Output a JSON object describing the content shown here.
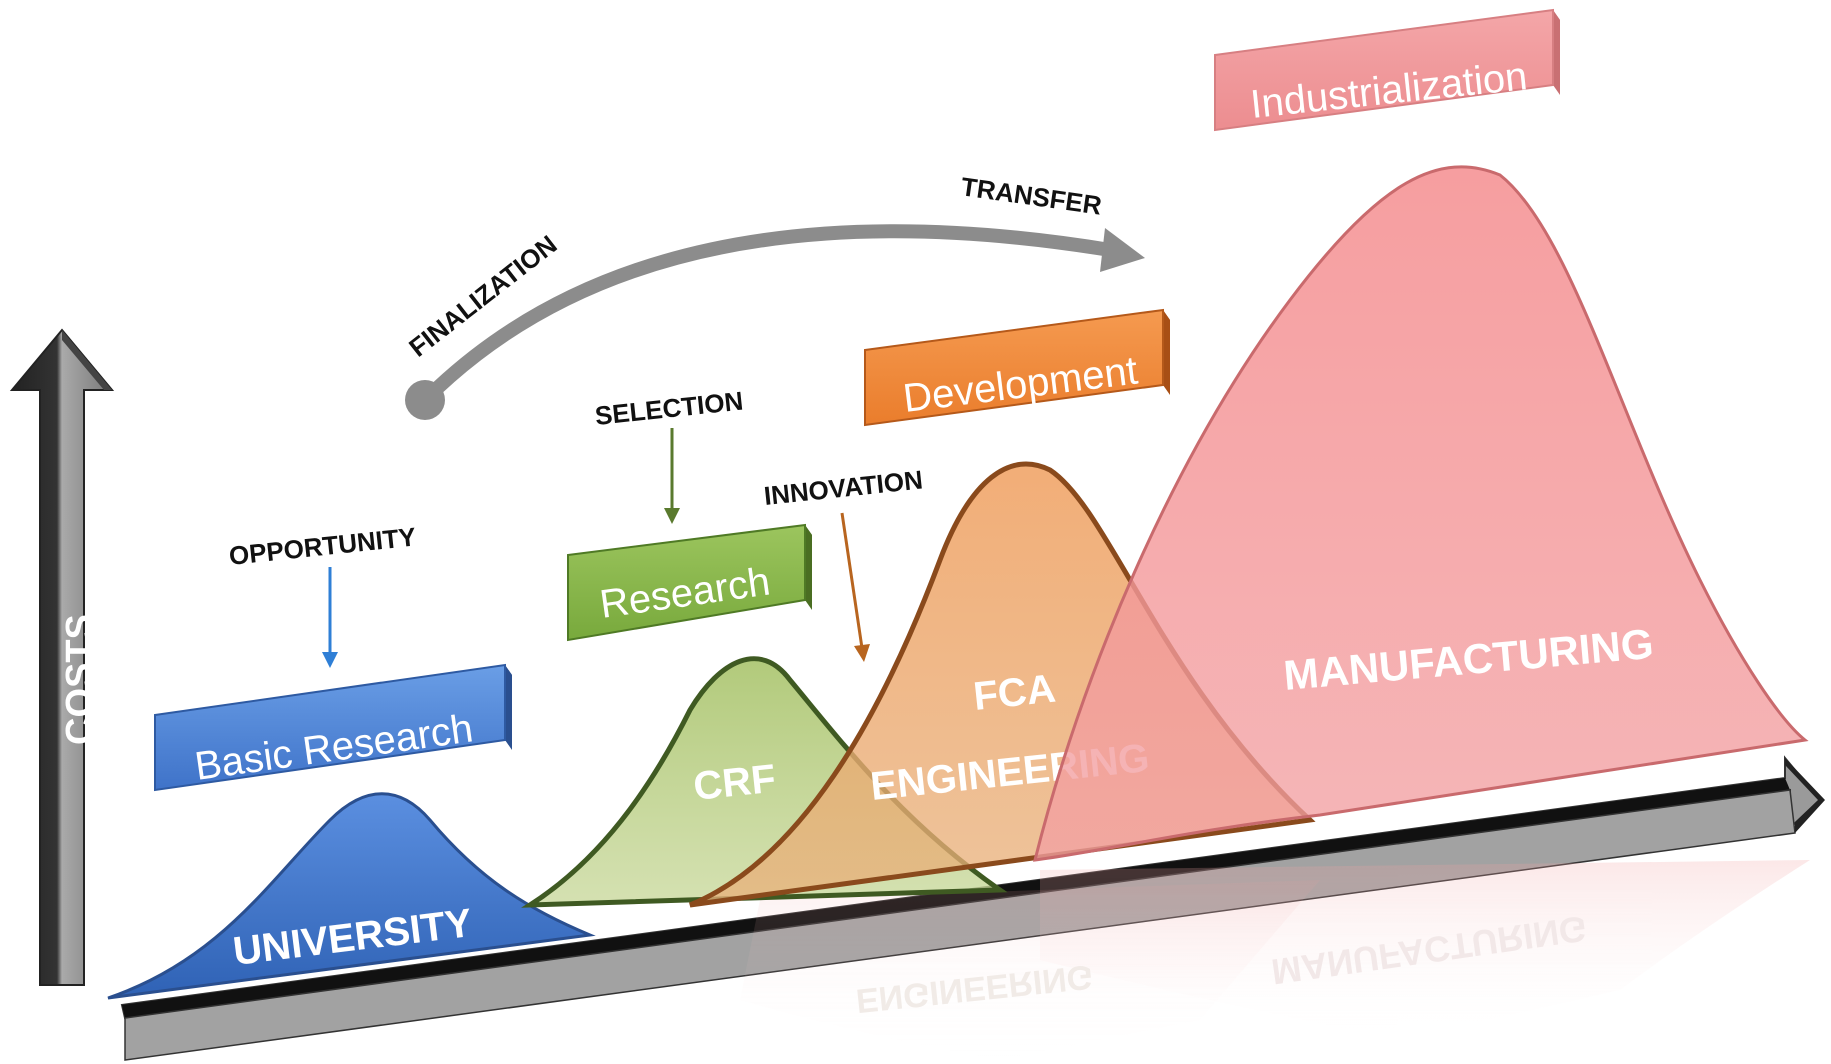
{
  "y_axis_label": "COSTS",
  "stages": [
    {
      "id": "university",
      "curve_label": "UNIVERSITY",
      "box_label": "Basic Research",
      "color": "#4a7fd0"
    },
    {
      "id": "crf",
      "curve_label": "CRF",
      "box_label": "Research",
      "color": "#8fb34a"
    },
    {
      "id": "fca",
      "curve_label_line1": "FCA",
      "curve_label_line2": "ENGINEERING",
      "box_label": "Development",
      "color": "#ee8a3c"
    },
    {
      "id": "manufacturing",
      "curve_label": "MANUFACTURING",
      "box_label": "Industrialization",
      "color": "#ef8f92"
    }
  ],
  "annotations": {
    "opportunity": "OPPORTUNITY",
    "selection": "SELECTION",
    "innovation": "INNOVATION",
    "finalization": "FINALIZATION",
    "transfer": "TRANSFER"
  },
  "colors": {
    "axis_dark": "#1a1a1a",
    "axis_grey": "#9a9a9a",
    "arc_grey": "#8c8c8c",
    "opportunity_arrow": "#2f7fd6",
    "selection_arrow": "#5a7a2e",
    "innovation_arrow": "#b8651f"
  }
}
